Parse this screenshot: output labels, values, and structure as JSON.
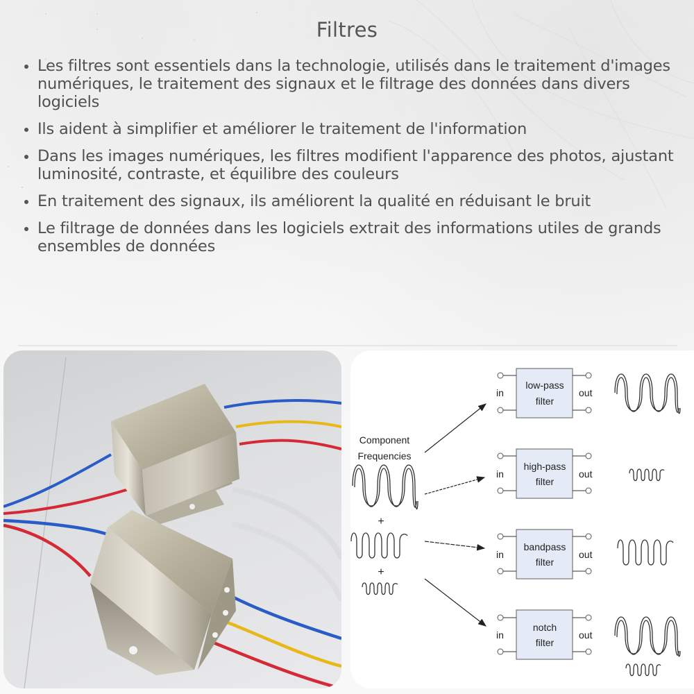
{
  "page": {
    "title": "Filtres"
  },
  "bullets": [
    {
      "text": "Les filtres sont essentiels dans la technologie, utilisés dans le traitement d'images numériques, le traitement des signaux et le filtrage des données dans divers logiciels"
    },
    {
      "text": "Ils aident à simplifier et améliorer le traitement de l'information"
    },
    {
      "text": "Dans les images numériques, les filtres modifient l'apparence des photos, ajustant luminosité, contraste, et équilibre des couleurs"
    },
    {
      "text": "En traitement des signaux, ils améliorent la qualité en réduisant le bruit"
    },
    {
      "text": "Le filtrage de données dans les logiciels extrait des informations utiles de grands ensembles de données"
    }
  ],
  "photo": {
    "description": "Two metal-cased EMI filters with blue, yellow and red wires on a white surface",
    "wire_colors": [
      "#2a5cc8",
      "#e8b818",
      "#d42a35"
    ]
  },
  "diagram": {
    "source_label_line1": "Component",
    "source_label_line2": "Frequencies",
    "plus_sign": "+",
    "in_label": "in",
    "out_label": "out",
    "box_fill": "#e4ebf6",
    "filters": [
      {
        "line1": "low-pass",
        "line2": "filter",
        "output": "low frequency wave"
      },
      {
        "line1": "high-pass",
        "line2": "filter",
        "output": "high frequency wave"
      },
      {
        "line1": "bandpass",
        "line2": "filter",
        "output": "mid frequency wave"
      },
      {
        "line1": "notch",
        "line2": "filter",
        "output": "low + high frequency waves"
      }
    ]
  },
  "colors": {
    "background": "#f6f6f6",
    "text": "#505050",
    "divider": "#e6e6e6"
  }
}
